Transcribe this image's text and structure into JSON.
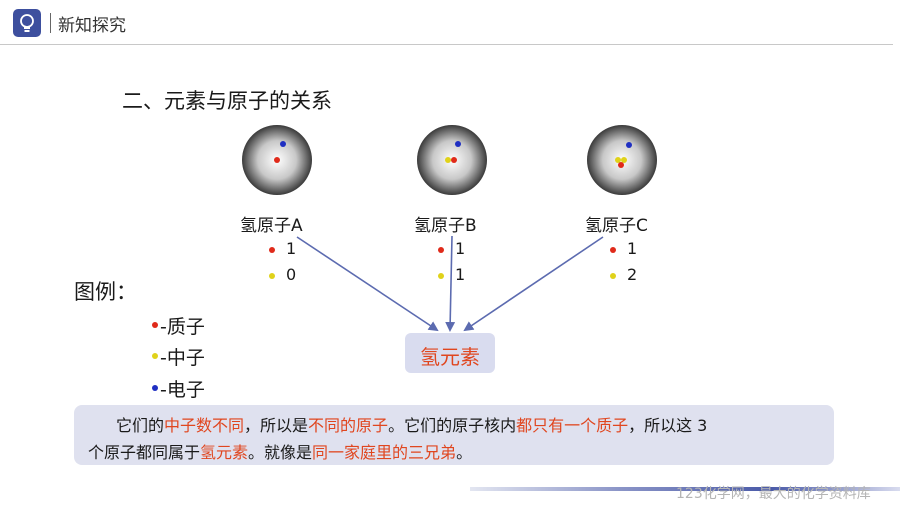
{
  "header": {
    "title": "新知探究"
  },
  "section_title": "二、元素与原子的关系",
  "atoms": [
    {
      "label": "氢原子A",
      "protons": "1",
      "neutrons": "0"
    },
    {
      "label": "氢原子B",
      "protons": "1",
      "neutrons": "1"
    },
    {
      "label": "氢原子C",
      "protons": "1",
      "neutrons": "2"
    }
  ],
  "legend": {
    "title": "图例：",
    "items": [
      {
        "label": "-质子",
        "color": "#e02a1a"
      },
      {
        "label": "-中子",
        "color": "#e0d21a"
      },
      {
        "label": "-电子",
        "color": "#1f2fc2"
      }
    ]
  },
  "target": "氢元素",
  "note": {
    "l1": [
      "它们的",
      "中子数不同",
      "，所以是",
      "不同的原子",
      "。它们的原子核内",
      "都只有一个质子",
      "，所以这 3"
    ],
    "l2": [
      "个原子都同属于",
      "氢元素",
      "。就像是",
      "同一家庭里的三兄弟",
      "。"
    ]
  },
  "watermark": "123化学网，最大的化学资料库"
}
